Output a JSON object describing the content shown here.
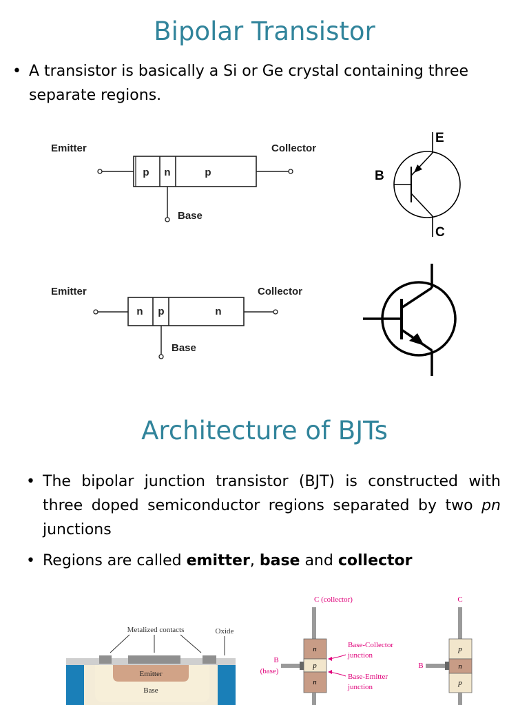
{
  "slide1": {
    "title": "Bipolar Transistor",
    "bullet_marker": "•",
    "bullet": "A transistor is basically a Si or Ge crystal containing three separate regions."
  },
  "pnp": {
    "emitter": "Emitter",
    "collector": "Collector",
    "base": "Base",
    "regions": [
      "p",
      "n",
      "p"
    ],
    "symbol_e": "E",
    "symbol_b": "B",
    "symbol_c": "C"
  },
  "npn": {
    "emitter": "Emitter",
    "collector": "Collector",
    "base": "Base",
    "regions": [
      "n",
      "p",
      "n"
    ]
  },
  "slide2": {
    "title": "Architecture of BJTs",
    "bullet1": "The bipolar junction transistor (BJT) is constructed with three doped semiconductor regions separated by two ",
    "bullet1_italic": "pn",
    "bullet1_end": " junctions",
    "bullet2_prefix": "Regions are called ",
    "bullet2_emitter": "emitter",
    "bullet2_sep1": ", ",
    "bullet2_base": "base",
    "bullet2_sep2": " and ",
    "bullet2_collector": "collector"
  },
  "cross_section": {
    "metalized": "Metalized contacts",
    "oxide": "Oxide",
    "emitter": "Emitter",
    "base": "Base"
  },
  "npn_structure": {
    "collector": "C (collector)",
    "base_label": "B",
    "base_paren": "(base)",
    "regions": [
      "n",
      "p",
      "n"
    ],
    "bc_junction_1": "Base-Collector",
    "bc_junction_2": "junction",
    "be_junction_1": "Base-Emitter",
    "be_junction_2": "junction"
  },
  "pnp_structure": {
    "collector": "C",
    "base": "B",
    "regions": [
      "p",
      "n",
      "p"
    ]
  },
  "colors": {
    "title": "#31849b",
    "n_region": "#c89c86",
    "p_region": "#f2e6cc",
    "label_magenta": "#e0007a",
    "oxide_blue": "#1a7fb8"
  }
}
